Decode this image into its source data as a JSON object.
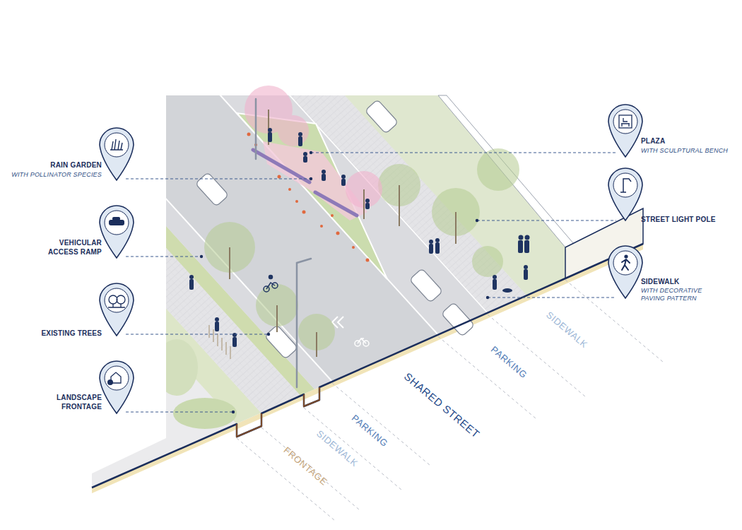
{
  "diagram": {
    "labels": [
      "PLAZA",
      "WITH SCULPTURAL BENCH",
      "RAIN GARDEN",
      "WITH POLLINATOR SPECIES",
      "STREET LIGHT POLE",
      "VEHICULAR ACCESS RAMP",
      "SIDEWALK",
      "WITH DECORATIVE PAVING PATTERN",
      "EXISTING TREES",
      "LANDSCAPE FRONTAGE",
      "SIDEWALK",
      "PARKING",
      "SHARED STREET",
      "PARKING",
      "SIDEWALK",
      "FRONTAGE"
    ]
  }
}
